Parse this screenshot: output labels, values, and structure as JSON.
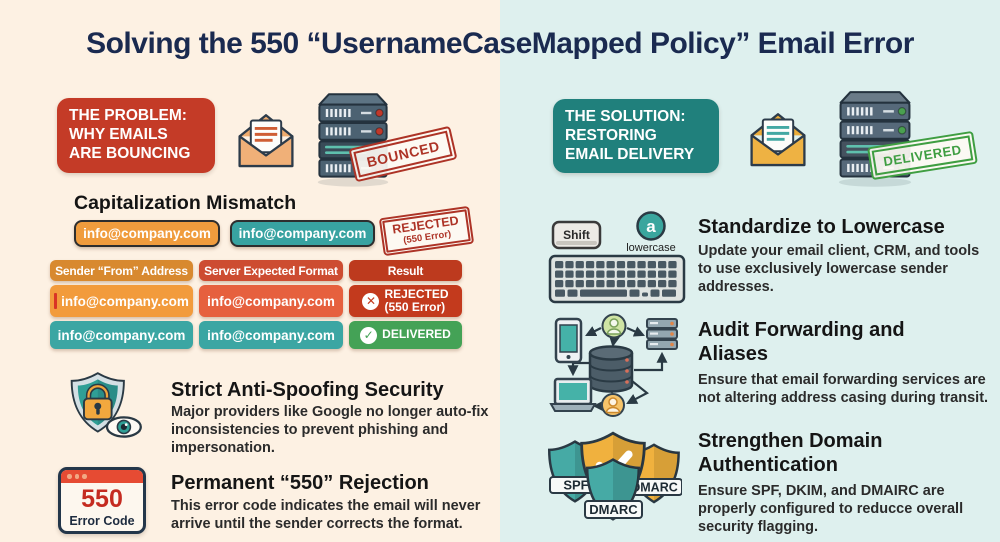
{
  "title": "Solving the 550 “UsernameCaseMapped Policy” Email Error",
  "colors": {
    "background_left": "#fdf1e3",
    "background_right": "#def0ee",
    "title_navy": "#1a2a50",
    "problem_red": "#c43b27",
    "solution_teal": "#20807c",
    "accent_orange": "#f09c3d",
    "accent_teal": "#38a3a1",
    "rejected_red": "#c33a1d",
    "delivered_green": "#44a256",
    "stamp_red": "#ad3326",
    "stamp_green": "#3f9e42"
  },
  "left": {
    "header_label": "THE PROBLEM:\nWHY EMAILS\nARE BOUNCING",
    "bounced_stamp": "BOUNCED",
    "mismatch_heading": "Capitalization Mismatch",
    "chip_orange": "info@company.com",
    "chip_teal": "info@company.com",
    "rejected_stamp_line1": "REJECTED",
    "rejected_stamp_line2": "(550 Error)",
    "table": {
      "headers": [
        "Sender “From” Address",
        "Server Expected Format",
        "Result"
      ],
      "rows": [
        {
          "from": "info@company.com",
          "expected": "info@company.com",
          "result_icon": "✕",
          "result": "REJECTED\n(550 Error)"
        },
        {
          "from": "info@company.com",
          "expected": "info@company.com",
          "result_icon": "✓",
          "result": "DELIVERED"
        }
      ]
    },
    "sections": [
      {
        "heading": "Strict Anti-Spoofing Security",
        "body": "Major providers like Google no longer auto-fix inconsistencies to prevent phishing and impersonation."
      },
      {
        "heading": "Permanent “550” Rejection",
        "body": "This error code indicates the email will never arrive until the sender corrects the format."
      }
    ],
    "error_box": {
      "code": "550",
      "label": "Error Code"
    }
  },
  "right": {
    "header_label": "THE SOLUTION:\nRESTORING\nEMAIL DELIVERY",
    "delivered_stamp": "DELIVERED",
    "keyboard": {
      "shift_key": "Shift",
      "letter": "a",
      "caption": "lowercase"
    },
    "sections": [
      {
        "heading": "Standardize to Lowercase",
        "body": "Update your email client, CRM, and tools to use exclusively lowercase sender addresses."
      },
      {
        "heading": "Audit Forwarding and Aliases",
        "body": "Ensure that email forwarding services are not altering address casing during transit."
      },
      {
        "heading": "Strengthen Domain Authentication",
        "body": "Ensure SPF, DKIM, and DMAIRC are properly configured to reducce overall security flagging."
      }
    ],
    "shield_labels": {
      "left": "SPF",
      "right": "DMARC",
      "front": "DMARC"
    }
  }
}
